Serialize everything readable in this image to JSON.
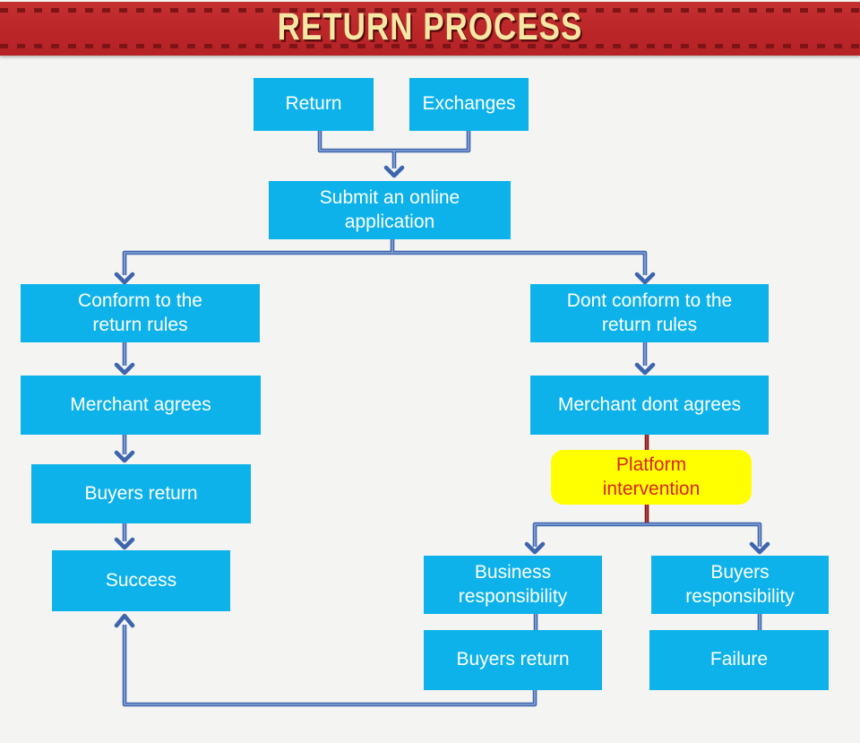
{
  "header": {
    "title": "RETURN PROCESS"
  },
  "diagram": {
    "nodes": {
      "return": {
        "label": "Return"
      },
      "exchanges": {
        "label": "Exchanges"
      },
      "submit_application": {
        "label": "Submit an online application"
      },
      "conform_rules": {
        "label": "Conform to the return rules"
      },
      "dont_conform_rules": {
        "label": "Dont conform to the return rules"
      },
      "merchant_agrees": {
        "label": "Merchant agrees"
      },
      "merchant_dont_agrees": {
        "label": "Merchant dont agrees"
      },
      "buyers_return_left": {
        "label": "Buyers return"
      },
      "success": {
        "label": "Success"
      },
      "platform_intervention": {
        "label": "Platform intervention"
      },
      "business_responsibility": {
        "label": "Business responsibility"
      },
      "buyers_responsibility": {
        "label": "Buyers responsibility"
      },
      "buyers_return_right": {
        "label": "Buyers return"
      },
      "failure": {
        "label": "Failure"
      }
    },
    "edges": [
      {
        "from": "Return",
        "to": "Submit an online application"
      },
      {
        "from": "Exchanges",
        "to": "Submit an online application"
      },
      {
        "from": "Submit an online application",
        "to": "Conform to the return rules"
      },
      {
        "from": "Submit an online application",
        "to": "Dont conform to the return rules"
      },
      {
        "from": "Conform to the return rules",
        "to": "Merchant agrees"
      },
      {
        "from": "Merchant agrees",
        "to": "Buyers return"
      },
      {
        "from": "Buyers return",
        "to": "Success"
      },
      {
        "from": "Dont conform to the return rules",
        "to": "Merchant dont agrees"
      },
      {
        "from": "Merchant dont agrees",
        "to": "Platform intervention"
      },
      {
        "from": "Platform intervention",
        "to": "Business responsibility"
      },
      {
        "from": "Platform intervention",
        "to": "Buyers responsibility"
      },
      {
        "from": "Business responsibility",
        "to": "Buyers return"
      },
      {
        "from": "Buyers return",
        "to": "Success"
      },
      {
        "from": "Buyers responsibility",
        "to": "Failure"
      }
    ],
    "colors": {
      "background": "#f4f4f2",
      "banner_red": "#bb2628",
      "banner_dash": "#7d1417",
      "title_text": "#f6e7a4",
      "node_fill": "#0db2ea",
      "node_text": "#ffffff",
      "highlight_fill": "#ffff00",
      "highlight_text": "#d9251d",
      "connector_blue": "#3d65ae",
      "connector_red": "#7a1115"
    }
  }
}
